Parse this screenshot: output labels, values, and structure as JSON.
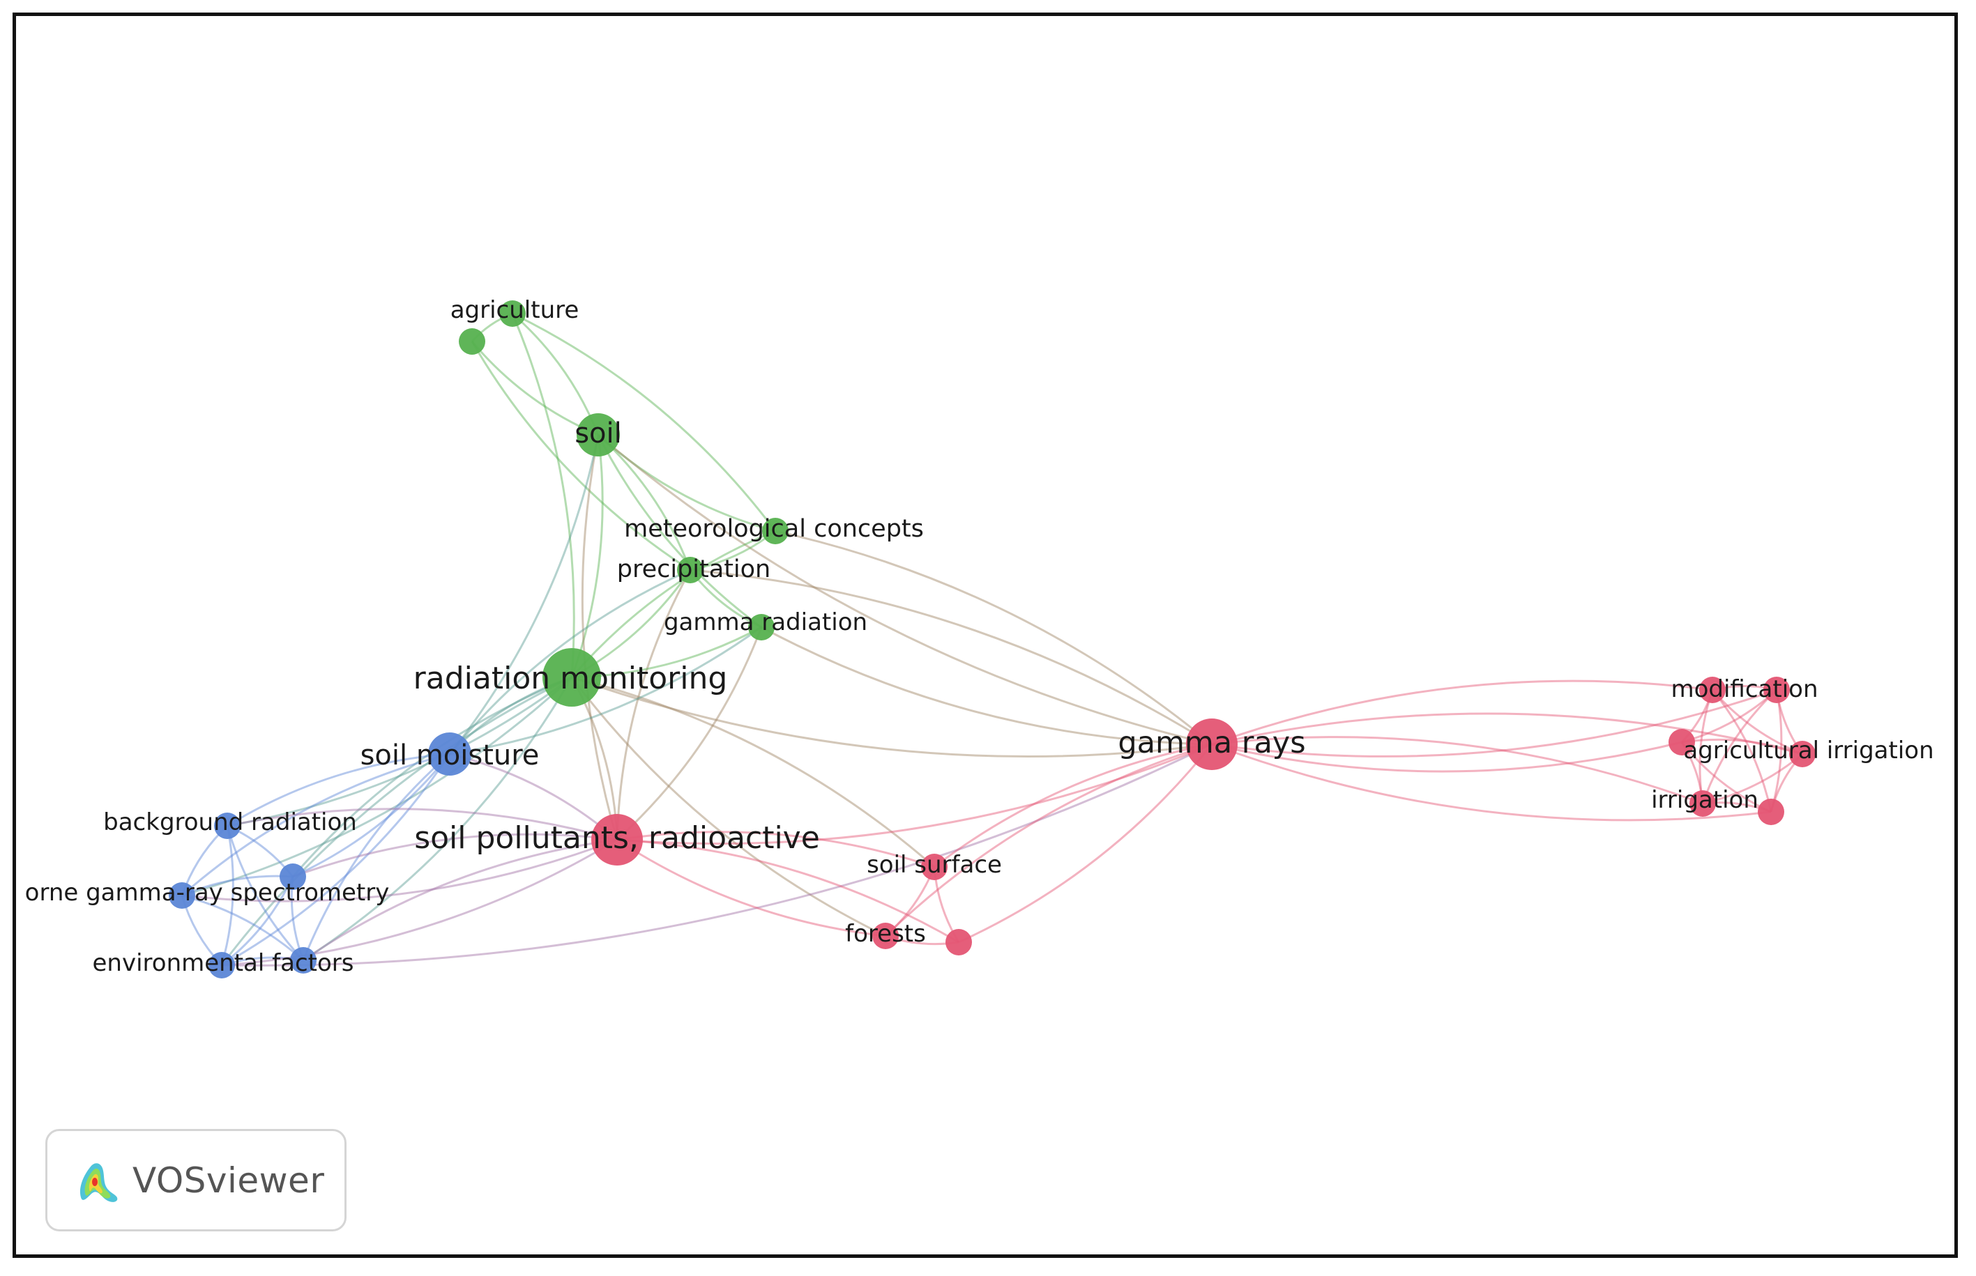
{
  "colors": {
    "cluster_1": "#e45573",
    "cluster_2": "#56b14f",
    "cluster_3": "#5b86d6",
    "frame": "#111111"
  },
  "network": {
    "nodes": [
      {
        "id": "agriculture",
        "label": "agriculture",
        "cluster": 2,
        "weight": 2
      },
      {
        "id": "agri2",
        "label": "",
        "cluster": 2,
        "weight": 2
      },
      {
        "id": "soil",
        "label": "soil",
        "cluster": 2,
        "weight": 3
      },
      {
        "id": "meteorological_concepts",
        "label": "meteorological concepts",
        "cluster": 2,
        "weight": 2
      },
      {
        "id": "precipitation",
        "label": "precipitation",
        "cluster": 2,
        "weight": 2
      },
      {
        "id": "gamma_radiation",
        "label": "gamma radiation",
        "cluster": 2,
        "weight": 2
      },
      {
        "id": "radiation_monitoring",
        "label": "radiation monitoring",
        "cluster": 2,
        "weight": 5
      },
      {
        "id": "soil_moisture",
        "label": "soil moisture",
        "cluster": 3,
        "weight": 3
      },
      {
        "id": "background_radiation",
        "label": "background radiation",
        "cluster": 3,
        "weight": 2
      },
      {
        "id": "blue_mid",
        "label": "",
        "cluster": 3,
        "weight": 2
      },
      {
        "id": "airborne_spectrometry",
        "label": "orne gamma-ray spectrometry",
        "cluster": 3,
        "weight": 2
      },
      {
        "id": "environmental_factors",
        "label": "environmental factors",
        "cluster": 3,
        "weight": 2
      },
      {
        "id": "blue_bottom",
        "label": "",
        "cluster": 3,
        "weight": 2
      },
      {
        "id": "soil_pollutants",
        "label": "soil pollutants, radioactive",
        "cluster": 1,
        "weight": 4
      },
      {
        "id": "soil_surface",
        "label": "soil surface",
        "cluster": 1,
        "weight": 2
      },
      {
        "id": "forests",
        "label": "forests",
        "cluster": 1,
        "weight": 2
      },
      {
        "id": "forest2",
        "label": "",
        "cluster": 1,
        "weight": 2
      },
      {
        "id": "gamma_rays",
        "label": "gamma rays",
        "cluster": 1,
        "weight": 4
      },
      {
        "id": "modification",
        "label": "modification",
        "cluster": 1,
        "weight": 2
      },
      {
        "id": "mod2",
        "label": "",
        "cluster": 1,
        "weight": 2
      },
      {
        "id": "agricultural_irrigation",
        "label": "agricultural irrigation",
        "cluster": 1,
        "weight": 2
      },
      {
        "id": "irr_left",
        "label": "",
        "cluster": 1,
        "weight": 2
      },
      {
        "id": "irrigation",
        "label": "irrigation",
        "cluster": 1,
        "weight": 2
      },
      {
        "id": "irr2",
        "label": "",
        "cluster": 1,
        "weight": 2
      }
    ],
    "links": [
      [
        "agriculture",
        "agri2"
      ],
      [
        "agriculture",
        "soil"
      ],
      [
        "agri2",
        "soil"
      ],
      [
        "agriculture",
        "radiation_monitoring"
      ],
      [
        "agri2",
        "precipitation"
      ],
      [
        "agriculture",
        "meteorological_concepts"
      ],
      [
        "soil",
        "meteorological_concepts"
      ],
      [
        "soil",
        "precipitation"
      ],
      [
        "soil",
        "gamma_radiation"
      ],
      [
        "soil",
        "radiation_monitoring"
      ],
      [
        "soil",
        "soil_pollutants"
      ],
      [
        "soil",
        "soil_moisture"
      ],
      [
        "soil",
        "gamma_rays"
      ],
      [
        "meteorological_concepts",
        "precipitation"
      ],
      [
        "meteorological_concepts",
        "radiation_monitoring"
      ],
      [
        "meteorological_concepts",
        "gamma_rays"
      ],
      [
        "precipitation",
        "gamma_radiation"
      ],
      [
        "precipitation",
        "radiation_monitoring"
      ],
      [
        "precipitation",
        "soil_pollutants"
      ],
      [
        "precipitation",
        "gamma_rays"
      ],
      [
        "precipitation",
        "soil_moisture"
      ],
      [
        "gamma_radiation",
        "radiation_monitoring"
      ],
      [
        "gamma_radiation",
        "gamma_rays"
      ],
      [
        "gamma_radiation",
        "soil_pollutants"
      ],
      [
        "radiation_monitoring",
        "soil_moisture"
      ],
      [
        "radiation_monitoring",
        "soil_pollutants"
      ],
      [
        "radiation_monitoring",
        "gamma_rays"
      ],
      [
        "radiation_monitoring",
        "soil_surface"
      ],
      [
        "radiation_monitoring",
        "forests"
      ],
      [
        "radiation_monitoring",
        "background_radiation"
      ],
      [
        "radiation_monitoring",
        "blue_mid"
      ],
      [
        "radiation_monitoring",
        "airborne_spectrometry"
      ],
      [
        "radiation_monitoring",
        "environmental_factors"
      ],
      [
        "radiation_monitoring",
        "blue_bottom"
      ],
      [
        "soil_moisture",
        "background_radiation"
      ],
      [
        "soil_moisture",
        "blue_mid"
      ],
      [
        "soil_moisture",
        "airborne_spectrometry"
      ],
      [
        "soil_moisture",
        "environmental_factors"
      ],
      [
        "soil_moisture",
        "blue_bottom"
      ],
      [
        "soil_moisture",
        "soil_pollutants"
      ],
      [
        "soil_moisture",
        "gamma_radiation"
      ],
      [
        "background_radiation",
        "blue_mid"
      ],
      [
        "background_radiation",
        "airborne_spectrometry"
      ],
      [
        "background_radiation",
        "environmental_factors"
      ],
      [
        "background_radiation",
        "blue_bottom"
      ],
      [
        "background_radiation",
        "soil_pollutants"
      ],
      [
        "blue_mid",
        "airborne_spectrometry"
      ],
      [
        "blue_mid",
        "environmental_factors"
      ],
      [
        "blue_mid",
        "blue_bottom"
      ],
      [
        "blue_mid",
        "soil_pollutants"
      ],
      [
        "airborne_spectrometry",
        "environmental_factors"
      ],
      [
        "airborne_spectrometry",
        "blue_bottom"
      ],
      [
        "airborne_spectrometry",
        "soil_pollutants"
      ],
      [
        "environmental_factors",
        "blue_bottom"
      ],
      [
        "environmental_factors",
        "soil_pollutants"
      ],
      [
        "blue_bottom",
        "soil_pollutants"
      ],
      [
        "environmental_factors",
        "gamma_rays"
      ],
      [
        "soil_pollutants",
        "soil_surface"
      ],
      [
        "soil_pollutants",
        "forests"
      ],
      [
        "soil_pollutants",
        "forest2"
      ],
      [
        "soil_pollutants",
        "gamma_rays"
      ],
      [
        "soil_surface",
        "forests"
      ],
      [
        "soil_surface",
        "forest2"
      ],
      [
        "soil_surface",
        "gamma_rays"
      ],
      [
        "forests",
        "forest2"
      ],
      [
        "forests",
        "gamma_rays"
      ],
      [
        "forest2",
        "gamma_rays"
      ],
      [
        "gamma_rays",
        "modification"
      ],
      [
        "gamma_rays",
        "mod2"
      ],
      [
        "gamma_rays",
        "agricultural_irrigation"
      ],
      [
        "gamma_rays",
        "irr_left"
      ],
      [
        "gamma_rays",
        "irrigation"
      ],
      [
        "gamma_rays",
        "irr2"
      ],
      [
        "modification",
        "mod2"
      ],
      [
        "modification",
        "agricultural_irrigation"
      ],
      [
        "modification",
        "irr_left"
      ],
      [
        "modification",
        "irrigation"
      ],
      [
        "modification",
        "irr2"
      ],
      [
        "mod2",
        "agricultural_irrigation"
      ],
      [
        "mod2",
        "irr_left"
      ],
      [
        "mod2",
        "irrigation"
      ],
      [
        "mod2",
        "irr2"
      ],
      [
        "agricultural_irrigation",
        "irr_left"
      ],
      [
        "agricultural_irrigation",
        "irrigation"
      ],
      [
        "agricultural_irrigation",
        "irr2"
      ],
      [
        "irr_left",
        "irrigation"
      ],
      [
        "irr_left",
        "irr2"
      ],
      [
        "irrigation",
        "irr2"
      ]
    ]
  },
  "badge": {
    "text": "VOSviewer"
  }
}
